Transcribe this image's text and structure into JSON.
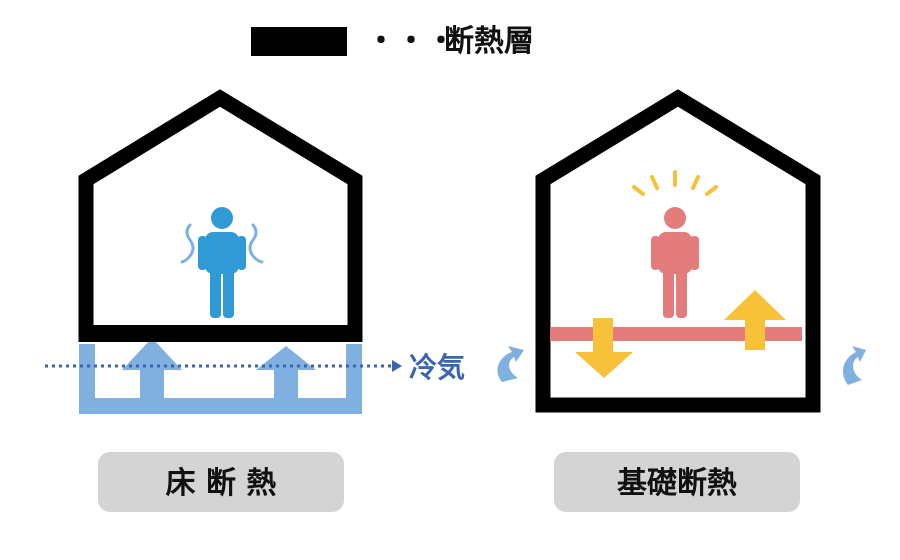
{
  "legend": {
    "dots": "・・・",
    "label": "断熱層"
  },
  "cold_air_label": "冷気",
  "left_house": {
    "label": "床 断 熱"
  },
  "right_house": {
    "label": "基礎断熱"
  },
  "colors": {
    "outline": "#000000",
    "insulation_legend": "#000000",
    "floor_insulation": "#7fb0e0",
    "person_cold": "#2f9ad6",
    "person_warm": "#e57c7c",
    "slab_warm": "#e57c7c",
    "arrow_warm": "#f7c23a",
    "cold_air": "#3a66b0",
    "swirl": "#7fb0e0",
    "label_bg": "#d4d4d4"
  }
}
